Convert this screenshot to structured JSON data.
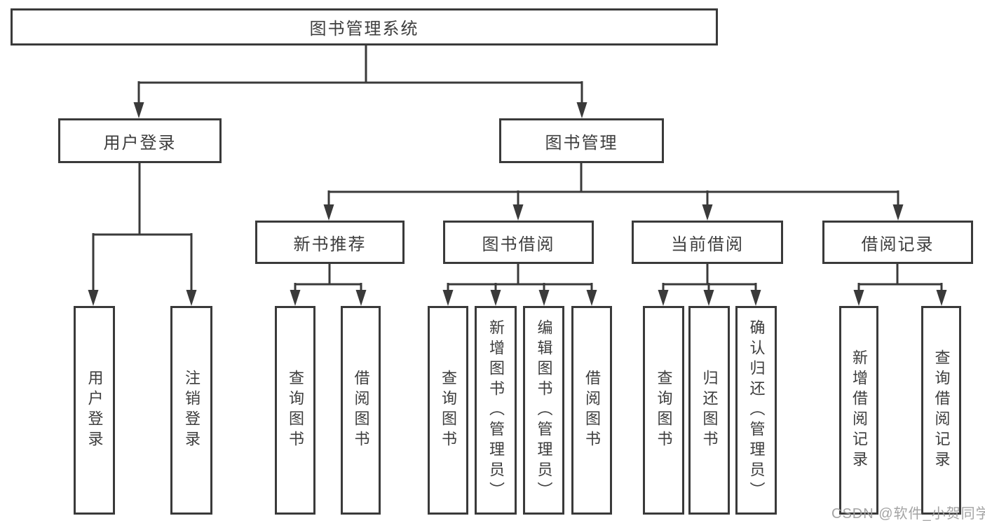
{
  "title": "图书管理系统",
  "watermark": "CSDN @软件_小贺同学",
  "colors": {
    "line": "#3a3a3a",
    "text": "#3d3d3d",
    "watermark": "#9e9e9e",
    "background": "#ffffff"
  },
  "tree": {
    "root": "图书管理系统",
    "branches": [
      {
        "label": "用户登录",
        "children": [
          "用户登录",
          "注销登录"
        ]
      },
      {
        "label": "图书管理",
        "groups": [
          {
            "label": "新书推荐",
            "children": [
              "查询图书",
              "借阅图书"
            ]
          },
          {
            "label": "图书借阅",
            "children": [
              "查询图书",
              "新增图书（管理员）",
              "编辑图书（管理员）",
              "借阅图书"
            ]
          },
          {
            "label": "当前借阅",
            "children": [
              "查询图书",
              "归还图书",
              "确认归还（管理员）"
            ]
          },
          {
            "label": "借阅记录",
            "children": [
              "新增借阅记录",
              "查询借阅记录"
            ]
          }
        ]
      }
    ]
  }
}
